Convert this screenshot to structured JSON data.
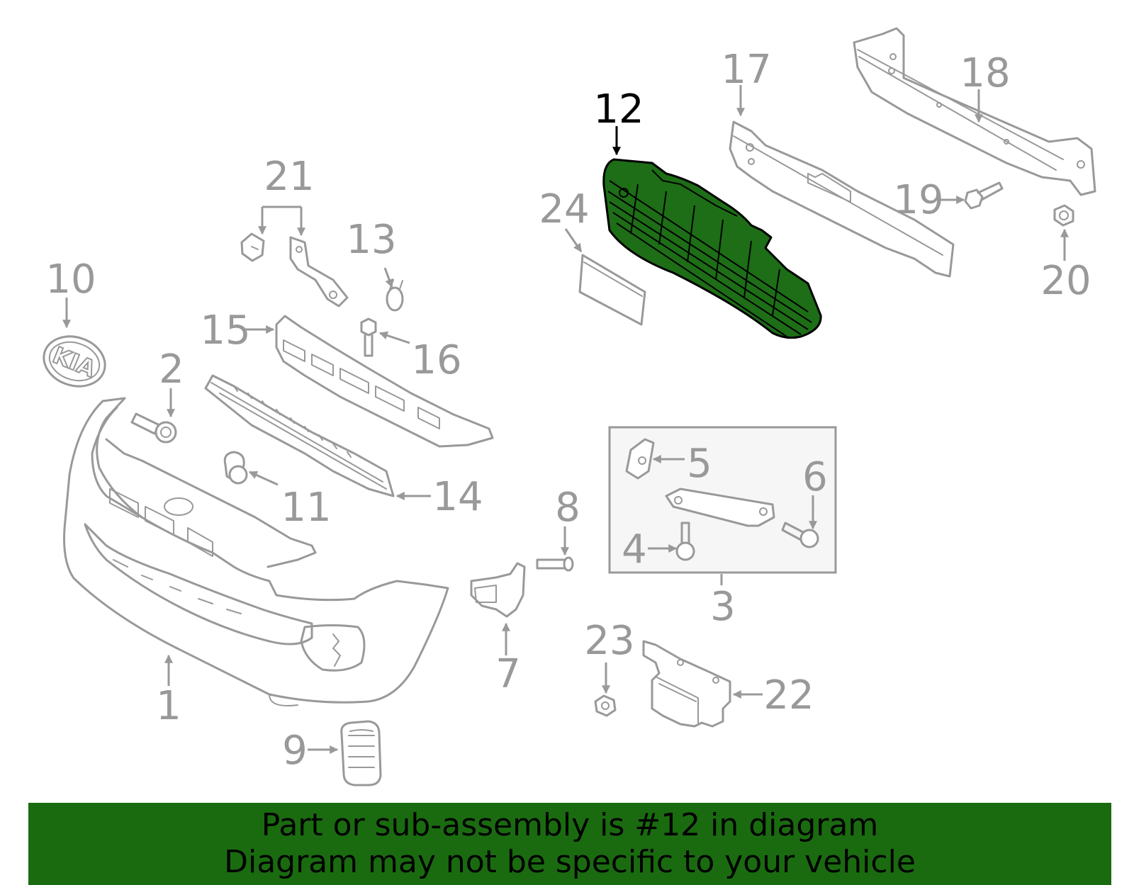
{
  "callouts": {
    "c1": "1",
    "c2": "2",
    "c3": "3",
    "c4": "4",
    "c5": "5",
    "c6": "6",
    "c7": "7",
    "c8": "8",
    "c9": "9",
    "c10": "10",
    "c11": "11",
    "c12": "12",
    "c13": "13",
    "c14": "14",
    "c15": "15",
    "c16": "16",
    "c17": "17",
    "c18": "18",
    "c19": "19",
    "c20": "20",
    "c21": "21",
    "c22": "22",
    "c23": "23",
    "c24": "24"
  },
  "highlighted_part": "12",
  "colors": {
    "highlight": "#1d6e16",
    "banner": "#1a6b10",
    "linework": "#999999"
  },
  "logo_text": "KIA",
  "banner": {
    "line1": "Part or sub-assembly is #12 in diagram",
    "line2": "Diagram may not be specific to your vehicle"
  }
}
